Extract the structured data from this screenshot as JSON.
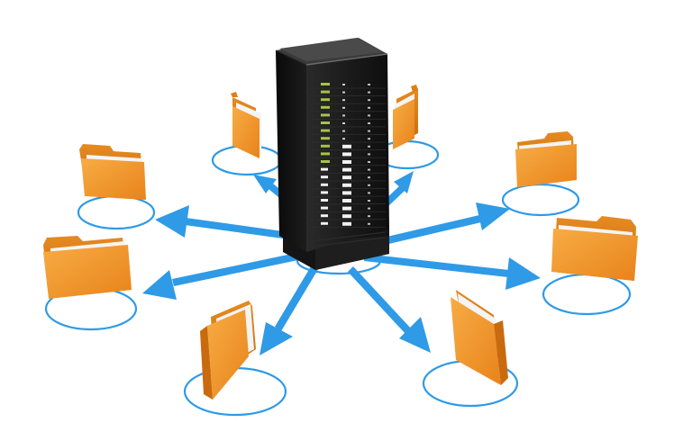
{
  "scene": {
    "subject": "server-distributing-files-illustration",
    "colors": {
      "background": "#ffffff",
      "arrow": "#2f9ae6",
      "ring": "#2f9ae6",
      "folder_front": "#f39a2b",
      "folder_back": "#e27d14",
      "folder_shade": "#c96a0f",
      "paper": "#f4f4f4",
      "server_body": "#1f1f1f",
      "server_side": "#111111",
      "server_top": "#3a3a3a",
      "led_green": "#a8c24a",
      "led_white": "#f2f2f2"
    },
    "elements": {
      "server": {
        "icon": "server-tower-icon"
      },
      "folders": [
        {
          "id": "folder-top-left",
          "icon": "folder-icon"
        },
        {
          "id": "folder-top-right",
          "icon": "folder-icon"
        },
        {
          "id": "folder-left-upper",
          "icon": "folder-icon"
        },
        {
          "id": "folder-right-upper",
          "icon": "folder-icon"
        },
        {
          "id": "folder-left-middle",
          "icon": "folder-icon"
        },
        {
          "id": "folder-right-middle",
          "icon": "folder-icon"
        },
        {
          "id": "folder-bottom-left",
          "icon": "folder-icon"
        },
        {
          "id": "folder-bottom-right",
          "icon": "folder-icon"
        }
      ],
      "arrow_count": 8,
      "ring_count": 9
    }
  }
}
